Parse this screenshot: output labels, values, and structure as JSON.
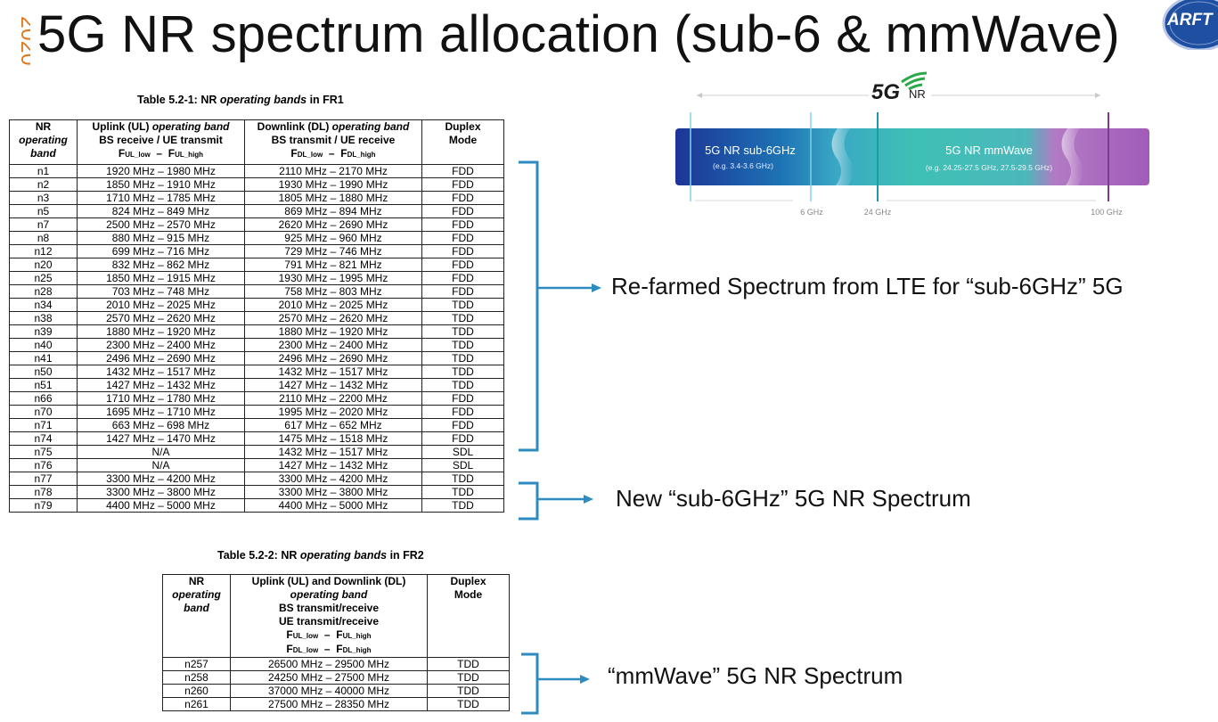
{
  "title": "5G NR spectrum allocation (sub-6 & mmWave)",
  "year_badge": "2020",
  "logo_text": "ARFT",
  "fr1": {
    "caption_prefix": "Table 5.2-1: NR ",
    "caption_italic": "operating bands",
    "caption_suffix": " in FR1",
    "headers": {
      "band": [
        "NR",
        "operating",
        "band"
      ],
      "ul_line1_a": "Uplink (UL) ",
      "ul_line1_b": "operating band",
      "ul_line2": "BS receive / UE transmit",
      "ul_line3_a": "F",
      "ul_line3_sub_a": "UL_low",
      "ul_line3_mid": "  –  F",
      "ul_line3_sub_b": "UL_high",
      "dl_line1_a": "Downlink (DL) ",
      "dl_line1_b": "operating band",
      "dl_line2": "BS transmit / UE receive",
      "dl_line3_a": "F",
      "dl_line3_sub_a": "DL_low",
      "dl_line3_mid": "  –  F",
      "dl_line3_sub_b": "DL_high",
      "duplex": [
        "Duplex",
        "Mode"
      ]
    },
    "rows": [
      [
        "n1",
        "1920 MHz – 1980 MHz",
        "2110 MHz – 2170 MHz",
        "FDD"
      ],
      [
        "n2",
        "1850 MHz – 1910 MHz",
        "1930 MHz – 1990 MHz",
        "FDD"
      ],
      [
        "n3",
        "1710 MHz – 1785 MHz",
        "1805 MHz – 1880 MHz",
        "FDD"
      ],
      [
        "n5",
        "824 MHz – 849 MHz",
        "869 MHz – 894 MHz",
        "FDD"
      ],
      [
        "n7",
        "2500 MHz – 2570 MHz",
        "2620 MHz – 2690 MHz",
        "FDD"
      ],
      [
        "n8",
        "880 MHz – 915 MHz",
        "925 MHz – 960 MHz",
        "FDD"
      ],
      [
        "n12",
        "699 MHz – 716 MHz",
        "729 MHz – 746 MHz",
        "FDD"
      ],
      [
        "n20",
        "832 MHz – 862 MHz",
        "791 MHz – 821 MHz",
        "FDD"
      ],
      [
        "n25",
        "1850 MHz – 1915 MHz",
        "1930 MHz – 1995 MHz",
        "FDD"
      ],
      [
        "n28",
        "703 MHz – 748 MHz",
        "758 MHz – 803 MHz",
        "FDD"
      ],
      [
        "n34",
        "2010 MHz – 2025 MHz",
        "2010 MHz – 2025 MHz",
        "TDD"
      ],
      [
        "n38",
        "2570 MHz – 2620 MHz",
        "2570 MHz – 2620 MHz",
        "TDD"
      ],
      [
        "n39",
        "1880 MHz – 1920 MHz",
        "1880 MHz – 1920 MHz",
        "TDD"
      ],
      [
        "n40",
        "2300 MHz – 2400 MHz",
        "2300 MHz – 2400 MHz",
        "TDD"
      ],
      [
        "n41",
        "2496 MHz – 2690 MHz",
        "2496 MHz – 2690 MHz",
        "TDD"
      ],
      [
        "n50",
        "1432 MHz – 1517 MHz",
        "1432 MHz – 1517 MHz",
        "TDD"
      ],
      [
        "n51",
        "1427 MHz – 1432 MHz",
        "1427 MHz – 1432 MHz",
        "TDD"
      ],
      [
        "n66",
        "1710 MHz – 1780 MHz",
        "2110 MHz – 2200 MHz",
        "FDD"
      ],
      [
        "n70",
        "1695 MHz – 1710 MHz",
        "1995 MHz – 2020 MHz",
        "FDD"
      ],
      [
        "n71",
        "663 MHz – 698 MHz",
        "617 MHz – 652 MHz",
        "FDD"
      ],
      [
        "n74",
        "1427 MHz – 1470 MHz",
        "1475 MHz – 1518 MHz",
        "FDD"
      ],
      [
        "n75",
        "N/A",
        "1432 MHz – 1517 MHz",
        "SDL"
      ],
      [
        "n76",
        "N/A",
        "1427 MHz – 1432 MHz",
        "SDL"
      ],
      [
        "n77",
        "3300 MHz – 4200 MHz",
        "3300 MHz – 4200 MHz",
        "TDD"
      ],
      [
        "n78",
        "3300 MHz – 3800 MHz",
        "3300 MHz – 3800 MHz",
        "TDD"
      ],
      [
        "n79",
        "4400 MHz – 5000 MHz",
        "4400 MHz – 5000 MHz",
        "TDD"
      ]
    ]
  },
  "fr2": {
    "caption_prefix": "Table 5.2-2: NR ",
    "caption_italic": "operating bands",
    "caption_suffix": " in FR2",
    "headers": {
      "band": [
        "NR",
        "operating",
        "band"
      ],
      "line1": "Uplink (UL) and Downlink (DL)",
      "line2": "operating band",
      "line3": "BS transmit/receive",
      "line4": "UE transmit/receive",
      "f1_a": "F",
      "f1_sub_a": "UL_low",
      "f1_mid": "  –  F",
      "f1_sub_b": "UL_high",
      "f2_a": "F",
      "f2_sub_a": "DL_low",
      "f2_mid": "  –  F",
      "f2_sub_b": "DL_high",
      "duplex": [
        "Duplex",
        "Mode"
      ]
    },
    "rows": [
      [
        "n257",
        "26500 MHz – 29500 MHz",
        "TDD"
      ],
      [
        "n258",
        "24250 MHz – 27500 MHz",
        "TDD"
      ],
      [
        "n260",
        "37000 MHz – 40000 MHz",
        "TDD"
      ],
      [
        "n261",
        "27500 MHz – 28350 MHz",
        "TDD"
      ]
    ]
  },
  "diagram": {
    "logo_5g": "5G",
    "logo_nr": "NR",
    "sub6_label": "5G NR sub-6GHz",
    "sub6_example": "(e.g. 3.4-3.6 GHz)",
    "mmwave_label": "5G NR mmWave",
    "mmwave_example": "(e.g. 24.25-27.5 GHz, 27.5-29.5 GHz)",
    "tick_6": "6 GHz",
    "tick_24": "24 GHz",
    "tick_100": "100 GHz"
  },
  "annotations": {
    "refarmed": "Re-farmed Spectrum from LTE for “sub-6GHz” 5G",
    "new_sub6": "New “sub-6GHz” 5G NR Spectrum",
    "mmwave": "“mmWave” 5G NR Spectrum"
  },
  "colors": {
    "accent_blue": "#2e8bc0",
    "year_orange": "#e07a1f",
    "bar_blue": "#1f3f9a",
    "bar_teal": "#3ec0b5",
    "bar_purple": "#b06ac0"
  }
}
